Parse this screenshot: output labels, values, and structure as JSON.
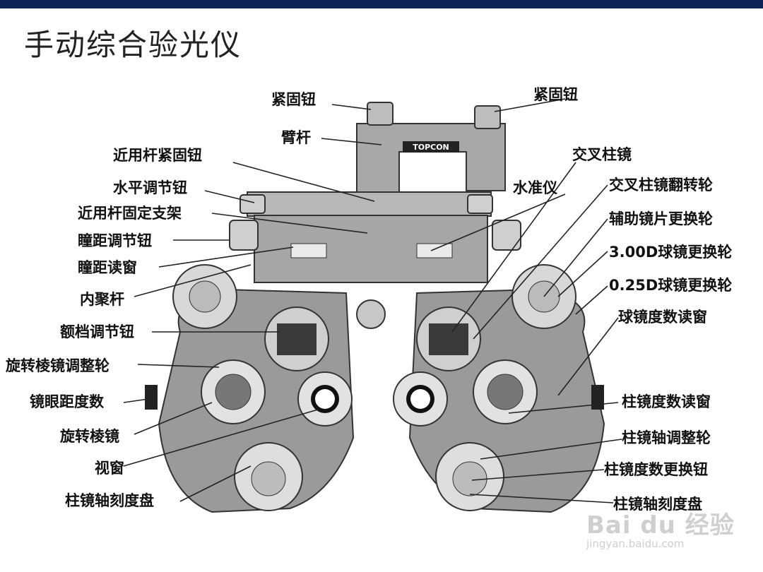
{
  "title": "手动综合验光仪",
  "labels": {
    "fasten_knob_left": "紧固钮",
    "fasten_knob_right": "紧固钮",
    "arm": "臂杆",
    "near_rod_fasten_knob": "近用杆紧固钮",
    "level_knob": "水平调节钮",
    "near_rod_bracket": "近用杆固定支架",
    "pd_knob": "瞳距调节钮",
    "pd_window": "瞳距读窗",
    "convergence_lever": "内聚杆",
    "forehead_knob": "额档调节钮",
    "prism_wheel": "旋转棱镜调整轮",
    "vertex_distance": "镜眼距度数",
    "rotary_prism": "旋转棱镜",
    "sight_window": "视窗",
    "cyl_axis_dial_left": "柱镜轴刻度盘",
    "cross_cyl": "交叉柱镜",
    "level_gauge": "水准仪",
    "cross_cyl_flip": "交叉柱镜翻转轮",
    "aux_lens_wheel": "辅助镜片更换轮",
    "sph_3_wheel": "3.00D球镜更换轮",
    "sph_025_wheel": "0.25D球镜更换轮",
    "sph_window": "球镜度数读窗",
    "cyl_power_window": "柱镜度数读窗",
    "cyl_axis_wheel": "柱镜轴调整轮",
    "cyl_power_knob": "柱镜度数更换钮",
    "cyl_axis_dial_right": "柱镜轴刻度盘"
  },
  "brand": "TOPCON",
  "watermark": {
    "main": "Bai du 经验",
    "sub": "jingyan.baidu.com"
  },
  "colors": {
    "top_bar": "#0d2456",
    "body": "#9a9a9a",
    "dark": "#3a3a3a"
  }
}
